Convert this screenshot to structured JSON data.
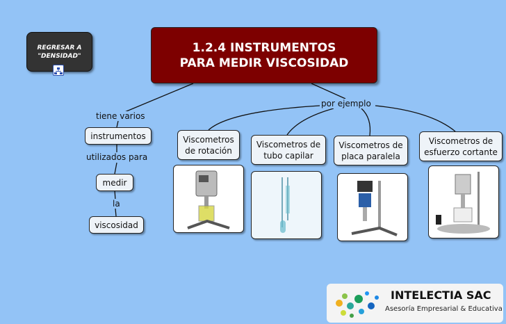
{
  "back_button": {
    "label": "REGRESAR A \"DENSIDAD\""
  },
  "title": "1.2.4 INSTRUMENTOS PARA MEDIR VISCOSIDAD",
  "links": {
    "tiene_varios": "tiene varios",
    "por_ejemplo": "por ejemplo",
    "utilizados_para": "utilizados para",
    "la": "la"
  },
  "concepts": {
    "instrumentos": "instrumentos",
    "medir": "medir",
    "viscosidad": "viscosidad"
  },
  "examples": [
    {
      "label": "Viscometros de rotación"
    },
    {
      "label": "Viscometros de tubo capilar"
    },
    {
      "label": "Viscometros de placa paralela"
    },
    {
      "label": "Viscometros de esfuerzo cortante"
    }
  ],
  "logo": {
    "name": "INTELECTIA SAC",
    "tagline": "Asesoría Empresarial & Educativa"
  }
}
